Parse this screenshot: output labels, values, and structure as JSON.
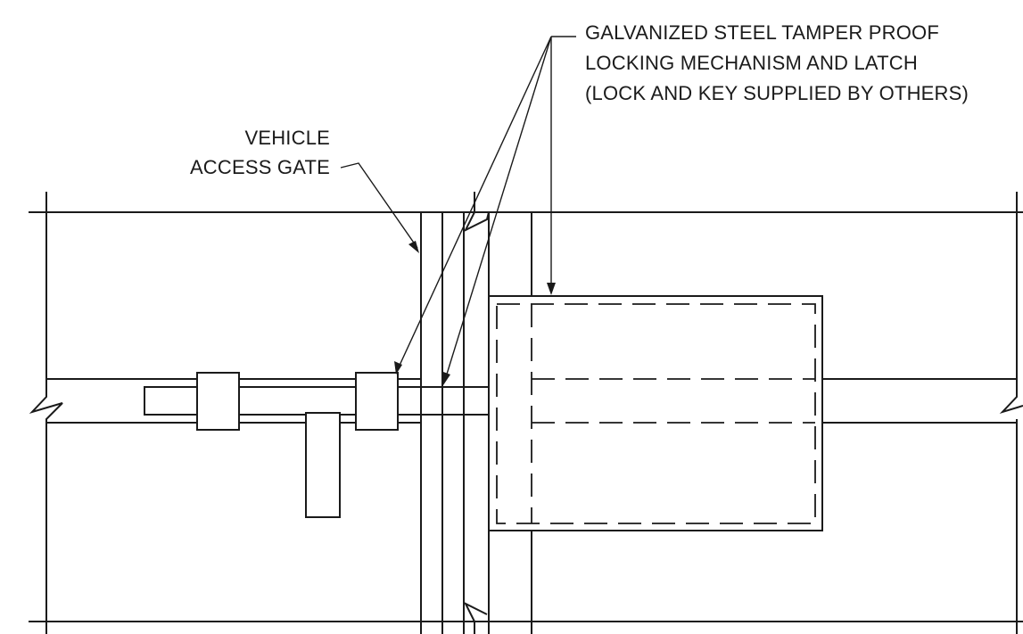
{
  "notes": {
    "gate_label_line1": "VEHICLE",
    "gate_label_line2": "ACCESS GATE",
    "lock_label_line1": "GALVANIZED STEEL TAMPER PROOF",
    "lock_label_line2": "LOCKING MECHANISM AND LATCH",
    "lock_label_line3": "(LOCK AND KEY SUPPLIED BY OTHERS)"
  },
  "colors": {
    "line": "#1a1a1a",
    "text": "#1b1b1b",
    "background": "#ffffff"
  }
}
